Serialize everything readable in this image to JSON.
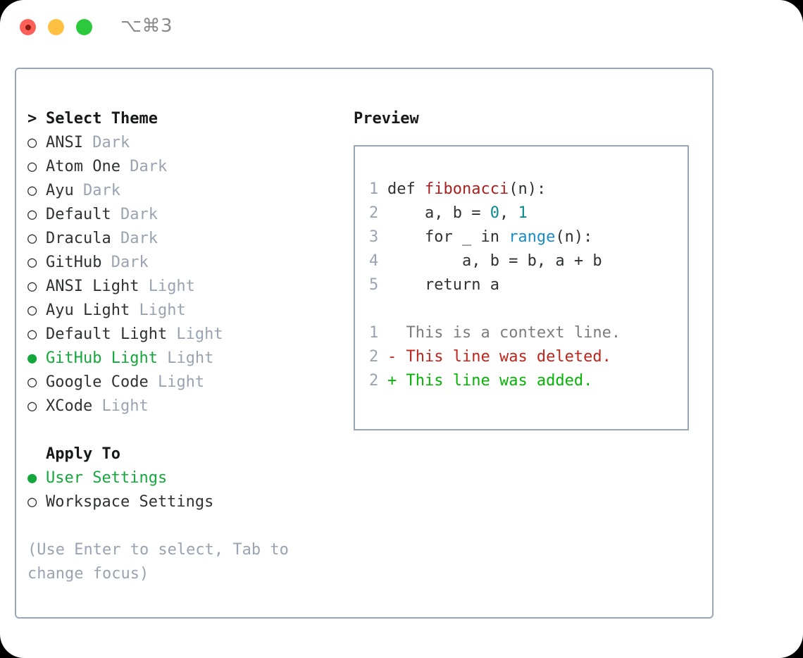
{
  "titlebar": {
    "shortcut": "⌥⌘3",
    "dots": [
      "close-red",
      "minimize-yellow",
      "zoom-green"
    ]
  },
  "theme_panel": {
    "heading_prefix": "> ",
    "heading": "Select Theme",
    "bullet_unselected": "○",
    "bullet_selected": "●",
    "items": [
      {
        "name": "ANSI",
        "tag": "Dark",
        "selected": false
      },
      {
        "name": "Atom One",
        "tag": "Dark",
        "selected": false
      },
      {
        "name": "Ayu",
        "tag": "Dark",
        "selected": false
      },
      {
        "name": "Default",
        "tag": "Dark",
        "selected": false
      },
      {
        "name": "Dracula",
        "tag": "Dark",
        "selected": false
      },
      {
        "name": "GitHub",
        "tag": "Dark",
        "selected": false
      },
      {
        "name": "ANSI Light",
        "tag": "Light",
        "selected": false
      },
      {
        "name": "Ayu Light",
        "tag": "Light",
        "selected": false
      },
      {
        "name": "Default Light",
        "tag": "Light",
        "selected": false
      },
      {
        "name": "GitHub Light",
        "tag": "Light",
        "selected": true
      },
      {
        "name": "Google Code",
        "tag": "Light",
        "selected": false
      },
      {
        "name": "XCode",
        "tag": "Light",
        "selected": false
      }
    ]
  },
  "apply_to": {
    "heading": "Apply To",
    "options": [
      {
        "name": "User Settings",
        "selected": true
      },
      {
        "name": "Workspace Settings",
        "selected": false
      }
    ]
  },
  "hint": "(Use Enter to select, Tab to change focus)",
  "preview": {
    "heading": "Preview",
    "code_lines": [
      {
        "no": "1",
        "segments": [
          {
            "t": "def ",
            "c": "plain"
          },
          {
            "t": "fibonacci",
            "c": "fn"
          },
          {
            "t": "(n):",
            "c": "plain"
          }
        ]
      },
      {
        "no": "2",
        "segments": [
          {
            "t": "    a, b = ",
            "c": "plain"
          },
          {
            "t": "0",
            "c": "num"
          },
          {
            "t": ", ",
            "c": "plain"
          },
          {
            "t": "1",
            "c": "num"
          }
        ]
      },
      {
        "no": "3",
        "segments": [
          {
            "t": "    for _ in ",
            "c": "plain"
          },
          {
            "t": "range",
            "c": "call"
          },
          {
            "t": "(n):",
            "c": "plain"
          }
        ]
      },
      {
        "no": "4",
        "segments": [
          {
            "t": "        a, b = b, a + b",
            "c": "plain"
          }
        ]
      },
      {
        "no": "5",
        "segments": [
          {
            "t": "    return a",
            "c": "plain"
          }
        ]
      }
    ],
    "diff_lines": [
      {
        "no": "1",
        "marker": "  ",
        "text": "This is a context line.",
        "kind": "ctx"
      },
      {
        "no": "2",
        "marker": "- ",
        "text": "This line was deleted.",
        "kind": "del"
      },
      {
        "no": "2",
        "marker": "+ ",
        "text": "This line was added.",
        "kind": "add"
      }
    ]
  },
  "colors": {
    "accent_green": "#14a83c",
    "muted": "#9aa3b2",
    "border": "#9aa5b8",
    "fn_red": "#ab1f1c",
    "num_teal": "#0a8c8c",
    "call_blue": "#1a8ccc",
    "diff_del": "#c0241a",
    "diff_add": "#06b406"
  }
}
